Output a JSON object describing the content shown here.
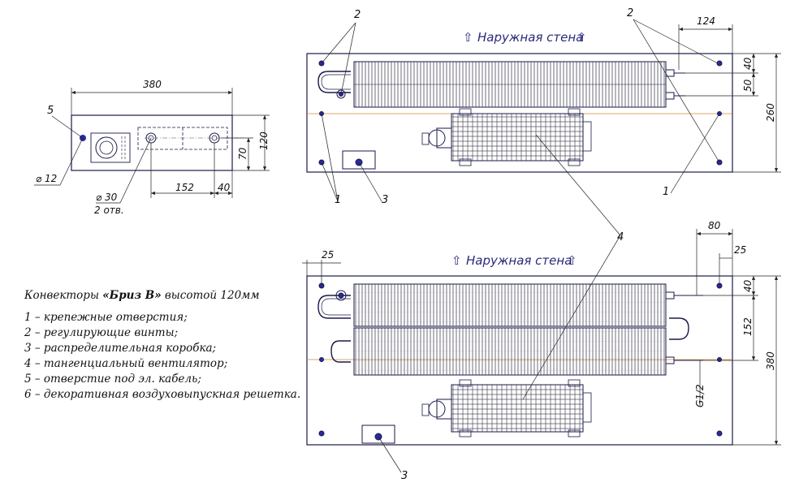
{
  "title": {
    "prefix": "Конвекторы ",
    "model": "«Бриз В»",
    "suffix": " высотой 120мм"
  },
  "legend": [
    "1 – крепежные отверстия;",
    "2 – регулирующие винты;",
    "3 – распределительная коробка;",
    "4 – тангенциальный вентилятор;",
    "5 – отверстие под эл. кабель;",
    "6 – декоративная воздуховыпускная решетка."
  ],
  "wall_label": "Наружная стена",
  "side_view": {
    "width": "380",
    "height": "120",
    "hole_height": "70",
    "hole_spacing": "152",
    "hole_offset": "40",
    "hole_diameter": "⌀ 30",
    "hole_count": "2 отв.",
    "cable_hole_diameter": "⌀ 12",
    "tag_cable": "5"
  },
  "top_view_small": {
    "width_label": "124",
    "length": "260",
    "pipe_offset_top": "40",
    "pipe_spacing": "50",
    "tag_screws": "2",
    "tag_mount_left": "1",
    "tag_mount_right": "1",
    "tag_box": "3"
  },
  "top_view_large": {
    "offset_left": "25",
    "outlet_offset": "80",
    "outlet_edge": "25",
    "pipe_offset_top": "40",
    "pipe_spacing": "152",
    "length": "380",
    "thread": "G1/2",
    "tag_box": "3",
    "tag_fan": "4"
  },
  "colors": {
    "line": "#1a1a4a",
    "dim_line": "#222222",
    "hole": "#2a2aa0",
    "axis": "#d08a3a",
    "fin": "#555566"
  }
}
